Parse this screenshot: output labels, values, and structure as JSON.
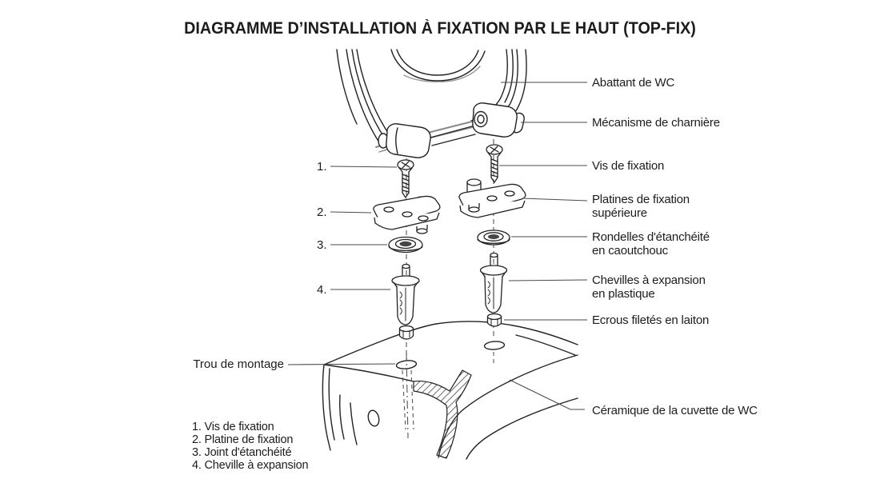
{
  "title": "DIAGRAMME D’INSTALLATION À FIXATION PAR LE HAUT (TOP-FIX)",
  "colors": {
    "ink": "#1c1c1c",
    "leader": "#4a4a4a",
    "shade": "#8a8a8a"
  },
  "callouts_right": {
    "abattant": "Abattant de WC",
    "charniere": "Mécanisme de charnière",
    "vis": "Vis de fixation",
    "platines_line1": "Platines de fixation",
    "platines_line2": "supérieure",
    "rondelles_line1": "Rondelles d'étanchéité",
    "rondelles_line2": "en caoutchouc",
    "chevilles_line1": "Chevilles à expansion",
    "chevilles_line2": "en plastique",
    "ecrous": "Ecrous filetés en laiton",
    "ceramique": "Céramique de la cuvette de WC"
  },
  "callouts_left": {
    "trou": "Trou de montage"
  },
  "part_numbers": {
    "n1": "1.",
    "n2": "2.",
    "n3": "3.",
    "n4": "4."
  },
  "legend": {
    "item1": "1. Vis de fixation",
    "item2": "2. Platine de fixation",
    "item3": "3. Joint d'étanchéité",
    "item4": "4. Cheville à expansion"
  }
}
